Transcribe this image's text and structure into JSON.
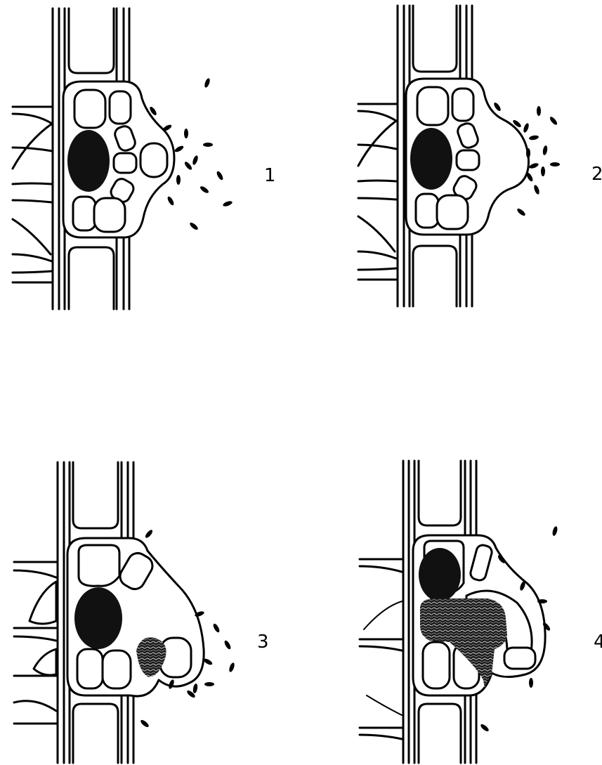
{
  "panels": [
    {
      "number": "1"
    },
    {
      "number": "2"
    },
    {
      "number": "3"
    },
    {
      "number": "4"
    }
  ]
}
